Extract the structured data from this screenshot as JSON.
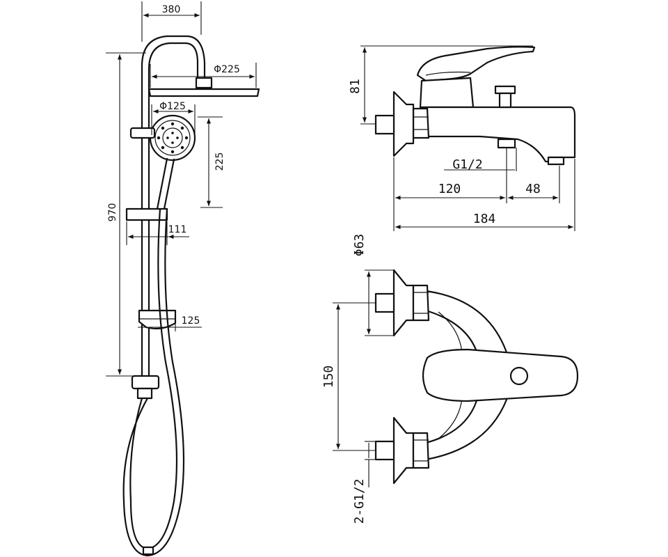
{
  "shower_column": {
    "width_380": "380",
    "height_970": "970",
    "rain_head_diameter": "Φ225",
    "hand_shower_diameter": "Φ125",
    "slide_travel": "225",
    "holder_offset": "111",
    "soap_dish_offset": "125"
  },
  "mixer_side_view": {
    "lever_height": "81",
    "inlet_thread": "G1/2",
    "inlet_to_diverter": "120",
    "diverter_to_spout": "48",
    "overall_length": "184"
  },
  "mixer_top_view": {
    "escutcheon_diameter": "Φ63",
    "inlet_spacing": "150",
    "inlet_threads": "2-G1/2"
  },
  "colors": {
    "line": "#111111",
    "background": "#ffffff"
  }
}
